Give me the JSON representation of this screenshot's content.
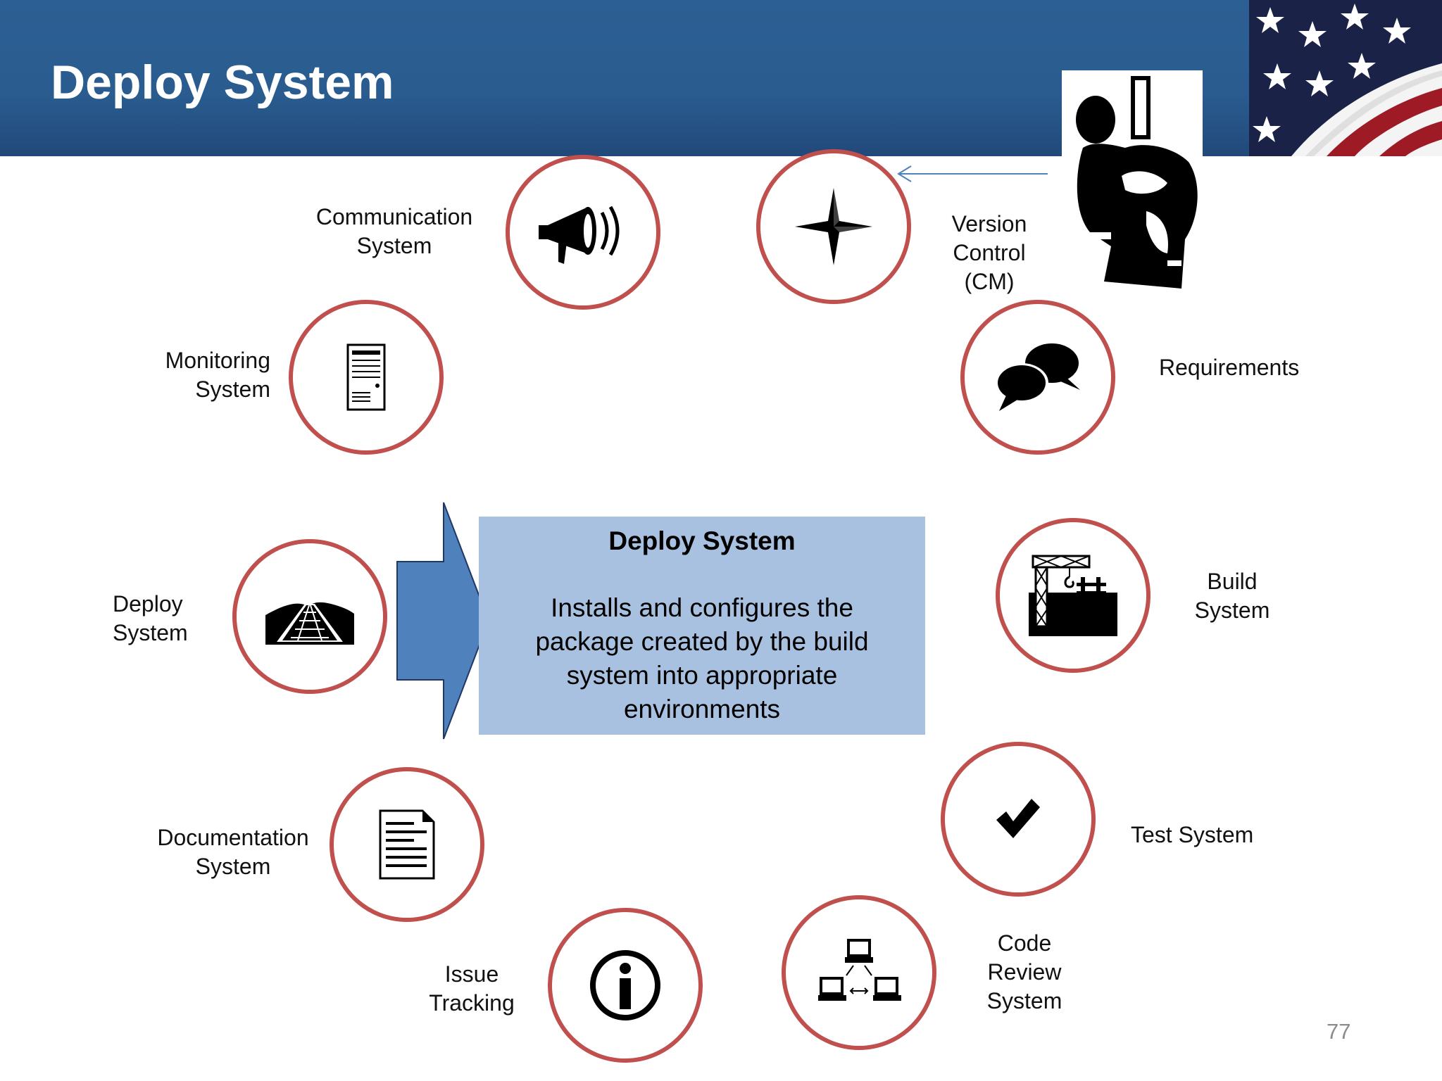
{
  "header": {
    "title": "Deploy System"
  },
  "colors": {
    "header_blue": "#2c5f93",
    "ring_red": "#c0504d",
    "box_blue": "#a9c1e0",
    "arrow_blue": "#4f81bd"
  },
  "nodes": {
    "communication": {
      "label": "Communication\nSystem",
      "icon": "megaphone-icon"
    },
    "version_control": {
      "label": "Version\nControl\n(CM)",
      "icon": "compass-star-icon"
    },
    "monitoring": {
      "label": "Monitoring\nSystem",
      "icon": "server-icon"
    },
    "requirements": {
      "label": "Requirements",
      "icon": "chat-bubbles-icon"
    },
    "deploy": {
      "label": "Deploy\nSystem",
      "icon": "railroad-track-icon"
    },
    "build": {
      "label": "Build\nSystem",
      "icon": "construction-icon"
    },
    "test": {
      "label": "Test System",
      "icon": "checkmark-icon"
    },
    "documentation": {
      "label": "Documentation\nSystem",
      "icon": "document-icon"
    },
    "code_review": {
      "label": "Code\nReview\nSystem",
      "icon": "network-computers-icon"
    },
    "issue_tracking": {
      "label": "Issue\nTracking",
      "icon": "info-icon"
    }
  },
  "description": {
    "title": "Deploy System",
    "body": "Installs and configures the\npackage created by the build\nsystem into appropriate\nenvironments"
  },
  "page_number": "77"
}
